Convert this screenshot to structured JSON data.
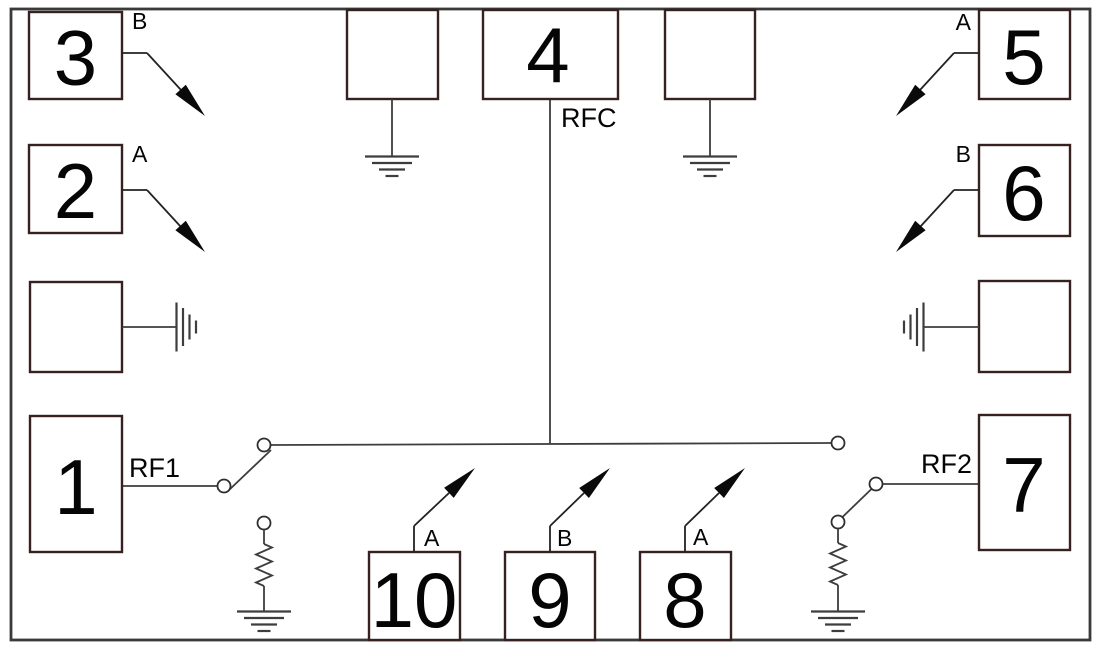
{
  "diagram": {
    "pads": {
      "p1": {
        "number": "1",
        "port": "RF1"
      },
      "p2": {
        "number": "2",
        "port": "A"
      },
      "p3": {
        "number": "3",
        "port": "B"
      },
      "p4": {
        "number": "4",
        "port": "RFC"
      },
      "p5": {
        "number": "5",
        "port": "A"
      },
      "p6": {
        "number": "6",
        "port": "B"
      },
      "p7": {
        "number": "7",
        "port": "RF2"
      },
      "p8": {
        "number": "8",
        "port": "A"
      },
      "p9": {
        "number": "9",
        "port": "B"
      },
      "p10": {
        "number": "10",
        "port": "A"
      }
    },
    "components": [
      "ground-pad-left",
      "ground-pad-right",
      "ground-pad-top-left",
      "ground-pad-top-right",
      "rf1-series-switch",
      "rf2-series-switch",
      "rf1-termination-resistor",
      "rf2-termination-resistor",
      "ground-symbols",
      "control-arrows",
      "rfc-bus"
    ],
    "colors": {
      "background": "#ffffff",
      "frame": "#3a3a3a",
      "pad_border": "#362020",
      "wire": "#3d3d3d",
      "text": "#000000"
    }
  }
}
